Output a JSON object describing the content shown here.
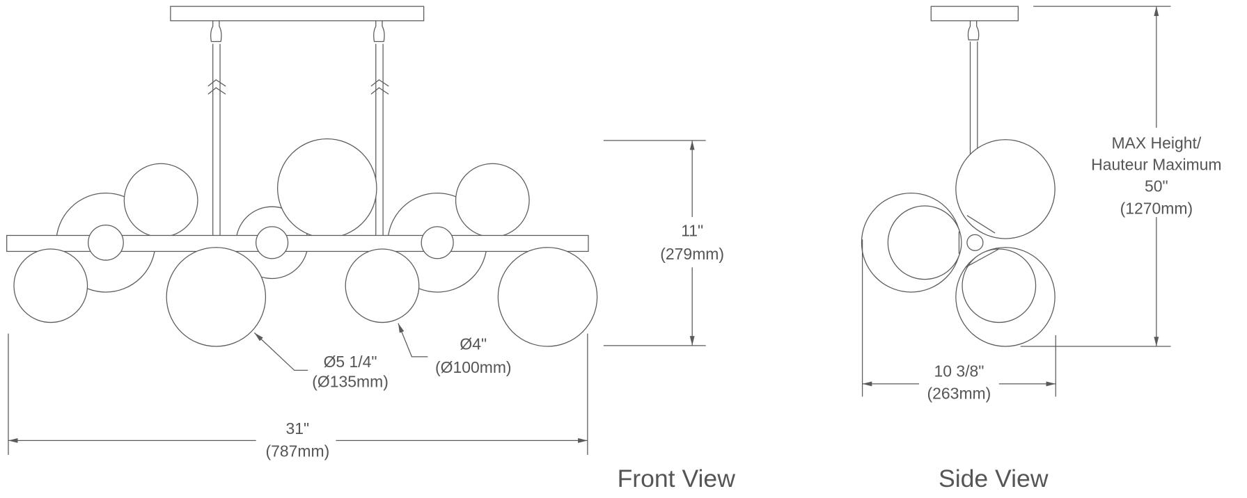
{
  "front_view": {
    "title": "Front View",
    "height_dim": {
      "imperial": "11\"",
      "metric": "(279mm)"
    },
    "large_globe_dim": {
      "imperial": "Ø5 1/4\"",
      "metric": "(Ø135mm)"
    },
    "small_globe_dim": {
      "imperial": "Ø4\"",
      "metric": "(Ø100mm)"
    },
    "width_dim": {
      "imperial": "31\"",
      "metric": "(787mm)"
    }
  },
  "side_view": {
    "title": "Side View",
    "max_height_dim": {
      "label_line1": "MAX Height/",
      "label_line2": "Hauteur Maximum",
      "imperial": "50\"",
      "metric": "(1270mm)"
    },
    "width_dim": {
      "imperial": "10 3/8\"",
      "metric": "(263mm)"
    }
  },
  "colors": {
    "line": "#5a5a5a",
    "text": "#555555"
  }
}
